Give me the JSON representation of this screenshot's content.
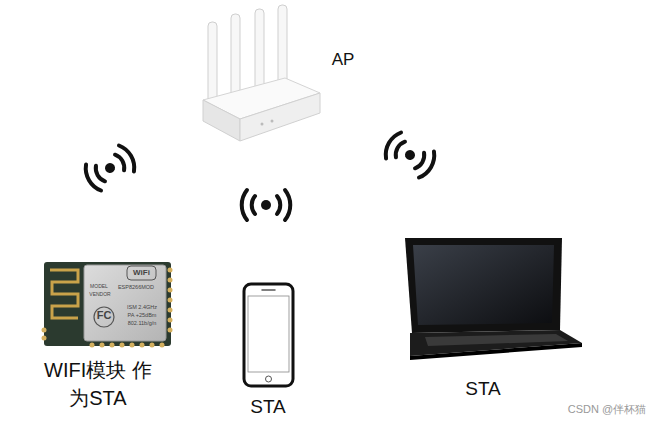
{
  "diagram": {
    "labels": [
      "AP",
      "WIFI模块 作为STA",
      "STA",
      "STA",
      "WiFi",
      "MODEL",
      "ESP8266MOD",
      "VENDOR",
      "ISM 2.4GHz",
      "PA +25dBm",
      "802.11b/g/n",
      "FC",
      "CSDN @伴杯猫"
    ]
  }
}
